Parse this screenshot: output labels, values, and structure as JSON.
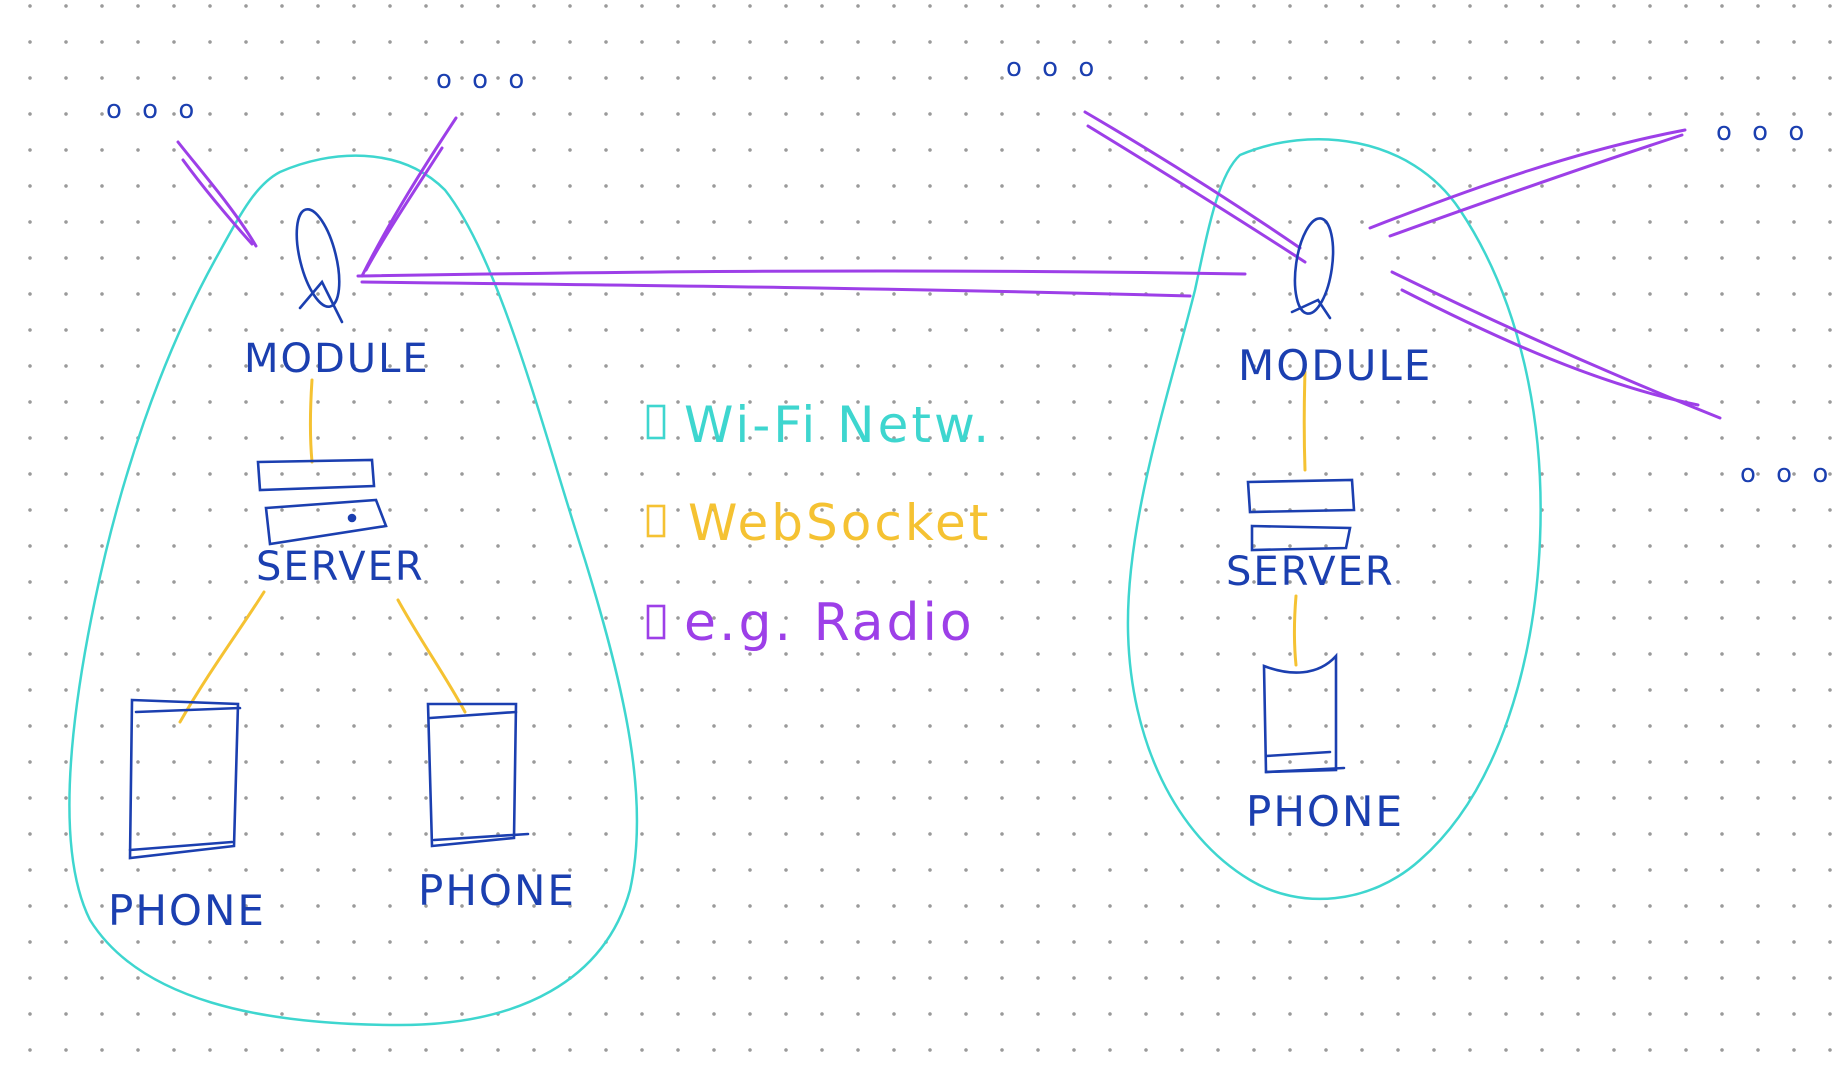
{
  "colors": {
    "wifi": "#3ed6cf",
    "websocket": "#f5c232",
    "radio": "#9d3fe8",
    "device": "#1b3fb0",
    "background": "#ffffff",
    "grid_dot": "#9a9a9a"
  },
  "legend": [
    {
      "label": "Wi-Fi Netw.",
      "color_key": "wifi"
    },
    {
      "label": "WebSocket",
      "color_key": "websocket"
    },
    {
      "label": "e.g. Radio",
      "color_key": "radio"
    }
  ],
  "left_cluster": {
    "module_label": "MODULE",
    "server_label": "SERVER",
    "phone_labels": [
      "PHONE",
      "PHONE"
    ]
  },
  "right_cluster": {
    "module_label": "MODULE",
    "server_label": "SERVER",
    "phone_label": "PHONE"
  },
  "ellipses": [
    "o o o",
    "o o o",
    "o o o",
    "o o o",
    "o o o"
  ]
}
